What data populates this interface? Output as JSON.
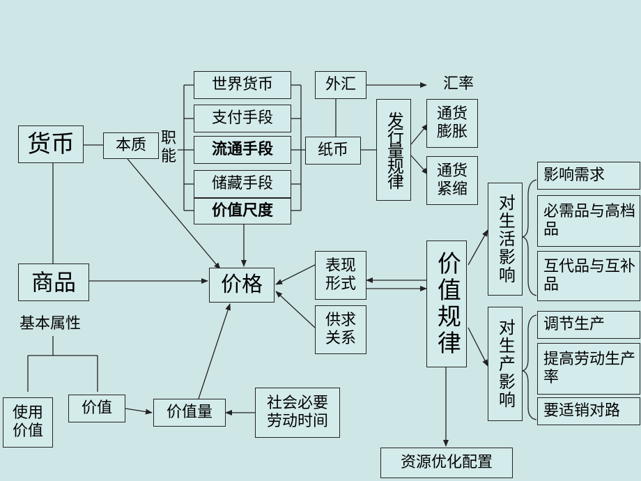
{
  "nodes": {
    "huobi": "货币",
    "benzhi": "本质",
    "zhineng": "职能",
    "shijie": "世界货币",
    "zhifu": "支付手段",
    "liutong": "流通手段",
    "chucang": "储藏手段",
    "chidu": "价值尺度",
    "waihui": "外汇",
    "huilv": "汇率",
    "zhibi": "纸币",
    "faxing": "发行量规律",
    "pengzhang": "通货膨胀",
    "jinsuo": "通货紧缩",
    "shangpin": "商品",
    "jiben": "基本属性",
    "jiage": "价格",
    "biaoxian": "表现形式",
    "gongqiu": "供求关系",
    "jiazhiguilv": "价值规律",
    "shenghuo": "对生活影响",
    "shengchan": "对生产影响",
    "xuqiu": "影响需求",
    "bixu": "必需品与高档品",
    "hudai": "互代品与互补品",
    "tiaojie": "调节生产",
    "tigao": "提高劳动生产率",
    "shixiao": "要适销对路",
    "shiyong": "使用价值",
    "jiazhi": "价值",
    "jiazhiliang": "价值量",
    "shehui": "社会必要劳动时间",
    "ziyuan": "资源优化配置"
  },
  "colors": {
    "background": "#cfe6e6",
    "box": "#d4ebeb",
    "line": "#222222"
  }
}
